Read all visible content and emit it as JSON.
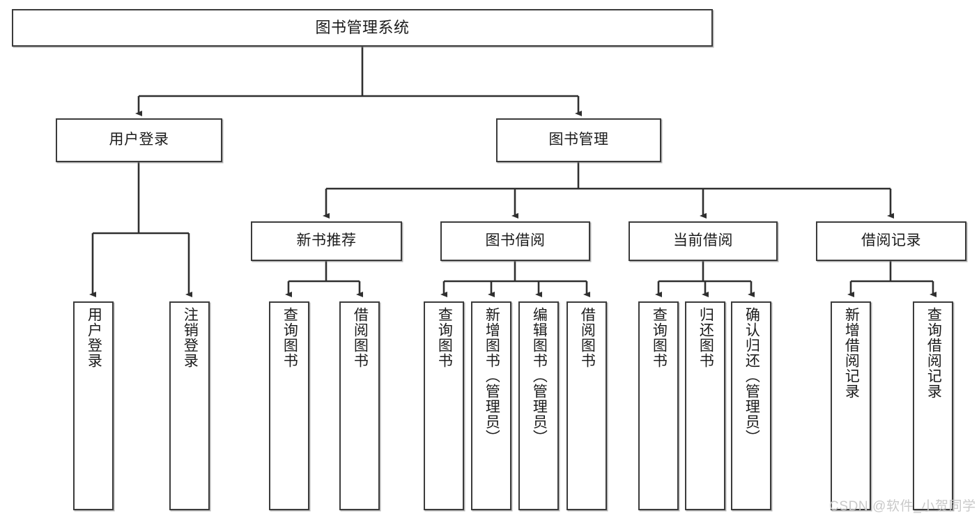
{
  "diagram": {
    "title": "图书管理系统",
    "type": "hierarchy-tree",
    "orientation": "top-down",
    "colors": {
      "background": "#ffffff",
      "box_border": "#3b3b3b",
      "box_fill": "#ffffff",
      "connector": "#2f2f2f",
      "watermark": "#c9c9c9"
    }
  },
  "nodes": {
    "root": {
      "label": "图书管理系统"
    },
    "level1": [
      {
        "label": "用户登录"
      },
      {
        "label": "图书管理"
      }
    ],
    "level2": [
      {
        "label": "新书推荐"
      },
      {
        "label": "图书借阅"
      },
      {
        "label": "当前借阅"
      },
      {
        "label": "借阅记录"
      }
    ],
    "leaves": {
      "user_login": [
        {
          "label": "用户登录"
        },
        {
          "label": "注销登录"
        }
      ],
      "new_book_recommend": [
        {
          "label": "查询图书"
        },
        {
          "label": "借阅图书"
        }
      ],
      "book_borrow": [
        {
          "label": "查询图书"
        },
        {
          "label": "新增图书（管理员）"
        },
        {
          "label": "编辑图书（管理员）"
        },
        {
          "label": "借阅图书"
        }
      ],
      "current_borrow": [
        {
          "label": "查询图书"
        },
        {
          "label": "归还图书"
        },
        {
          "label": "确认归还（管理员）"
        }
      ],
      "borrow_record": [
        {
          "label": "新增借阅记录"
        },
        {
          "label": "查询借阅记录"
        }
      ]
    }
  },
  "watermark": {
    "text": "CSDN @软件_小贺同学"
  }
}
